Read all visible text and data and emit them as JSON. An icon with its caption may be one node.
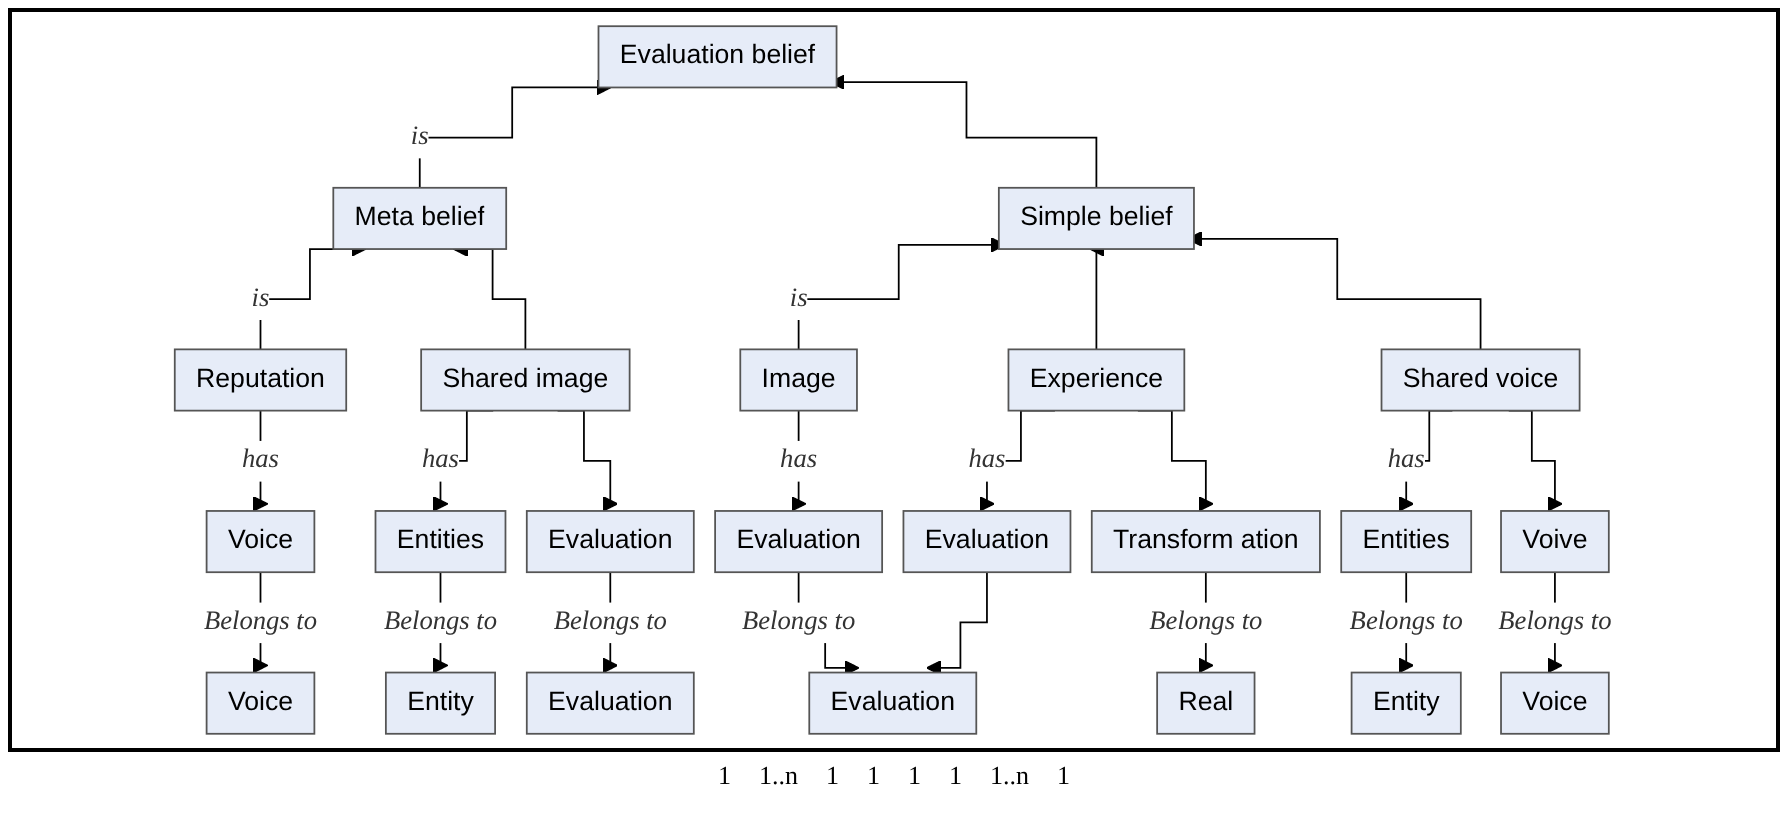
{
  "diagram": {
    "nodes": [
      {
        "text": [
          "Evaluation belief"
        ]
      },
      {
        "text": [
          "Meta belief"
        ]
      },
      {
        "text": [
          "Simple belief"
        ]
      },
      {
        "text": [
          "Reputation"
        ]
      },
      {
        "text": [
          "Shared image"
        ]
      },
      {
        "text": [
          "Image"
        ]
      },
      {
        "text": [
          "Experience"
        ]
      },
      {
        "text": [
          "Shared voice"
        ]
      },
      {
        "text": [
          "Voice"
        ]
      },
      {
        "text": [
          "Entities"
        ]
      },
      {
        "text": [
          "Evaluation"
        ]
      },
      {
        "text": [
          "Evaluation"
        ]
      },
      {
        "text": [
          "Evaluation"
        ]
      },
      {
        "text": [
          "Transform ation"
        ]
      },
      {
        "text": [
          "Entities"
        ]
      },
      {
        "text": [
          "Voive"
        ]
      },
      {
        "text": [
          "Voice"
        ]
      },
      {
        "text": [
          "Entity"
        ]
      },
      {
        "text": [
          "Evaluation"
        ]
      },
      {
        "text": [
          "Evaluation"
        ]
      },
      {
        "text": [
          "Real"
        ]
      },
      {
        "text": [
          "Entity"
        ]
      },
      {
        "text": [
          "Voice"
        ]
      }
    ],
    "edges": [
      {
        "from": 1,
        "to": 0,
        "arrow": "to",
        "label": "is"
      },
      {
        "from": 2,
        "to": 0,
        "arrow": "to"
      },
      {
        "from": 3,
        "to": 1,
        "arrow": "to",
        "label": "is"
      },
      {
        "from": 4,
        "to": 1,
        "arrow": "to"
      },
      {
        "from": 5,
        "to": 2,
        "arrow": "to",
        "label": "is"
      },
      {
        "from": 6,
        "to": 2,
        "arrow": "to"
      },
      {
        "from": 7,
        "to": 2,
        "arrow": "to"
      },
      {
        "from": 3,
        "to": 8,
        "arrow": "to",
        "label": "has"
      },
      {
        "from": 4,
        "to": 9,
        "arrow": "to",
        "label": "has"
      },
      {
        "from": 4,
        "to": 10,
        "arrow": "to"
      },
      {
        "from": 5,
        "to": 11,
        "arrow": "to",
        "label": "has"
      },
      {
        "from": 6,
        "to": 12,
        "arrow": "to",
        "label": "has"
      },
      {
        "from": 6,
        "to": 13,
        "arrow": "to"
      },
      {
        "from": 7,
        "to": 14,
        "arrow": "to",
        "label": "has"
      },
      {
        "from": 7,
        "to": 15,
        "arrow": "to"
      },
      {
        "from": 8,
        "to": 16,
        "arrow": "to",
        "label": "Belongs to"
      },
      {
        "from": 9,
        "to": 17,
        "arrow": "to",
        "label": "Belongs to"
      },
      {
        "from": 10,
        "to": 18,
        "arrow": "to",
        "label": "Belongs to"
      },
      {
        "from": 11,
        "to": 19,
        "arrow": "to",
        "label": "Belongs to"
      },
      {
        "from": 12,
        "to": 19,
        "arrow": "to"
      },
      {
        "from": 13,
        "to": 20,
        "arrow": "to",
        "label": "Belongs to"
      },
      {
        "from": 14,
        "to": 21,
        "arrow": "to",
        "label": "Belongs to"
      },
      {
        "from": 15,
        "to": 22,
        "arrow": "to",
        "label": "Belongs to"
      }
    ],
    "labels": [
      "1",
      "1..n",
      "1",
      "1",
      "1",
      "1",
      "1..n",
      "1"
    ]
  }
}
